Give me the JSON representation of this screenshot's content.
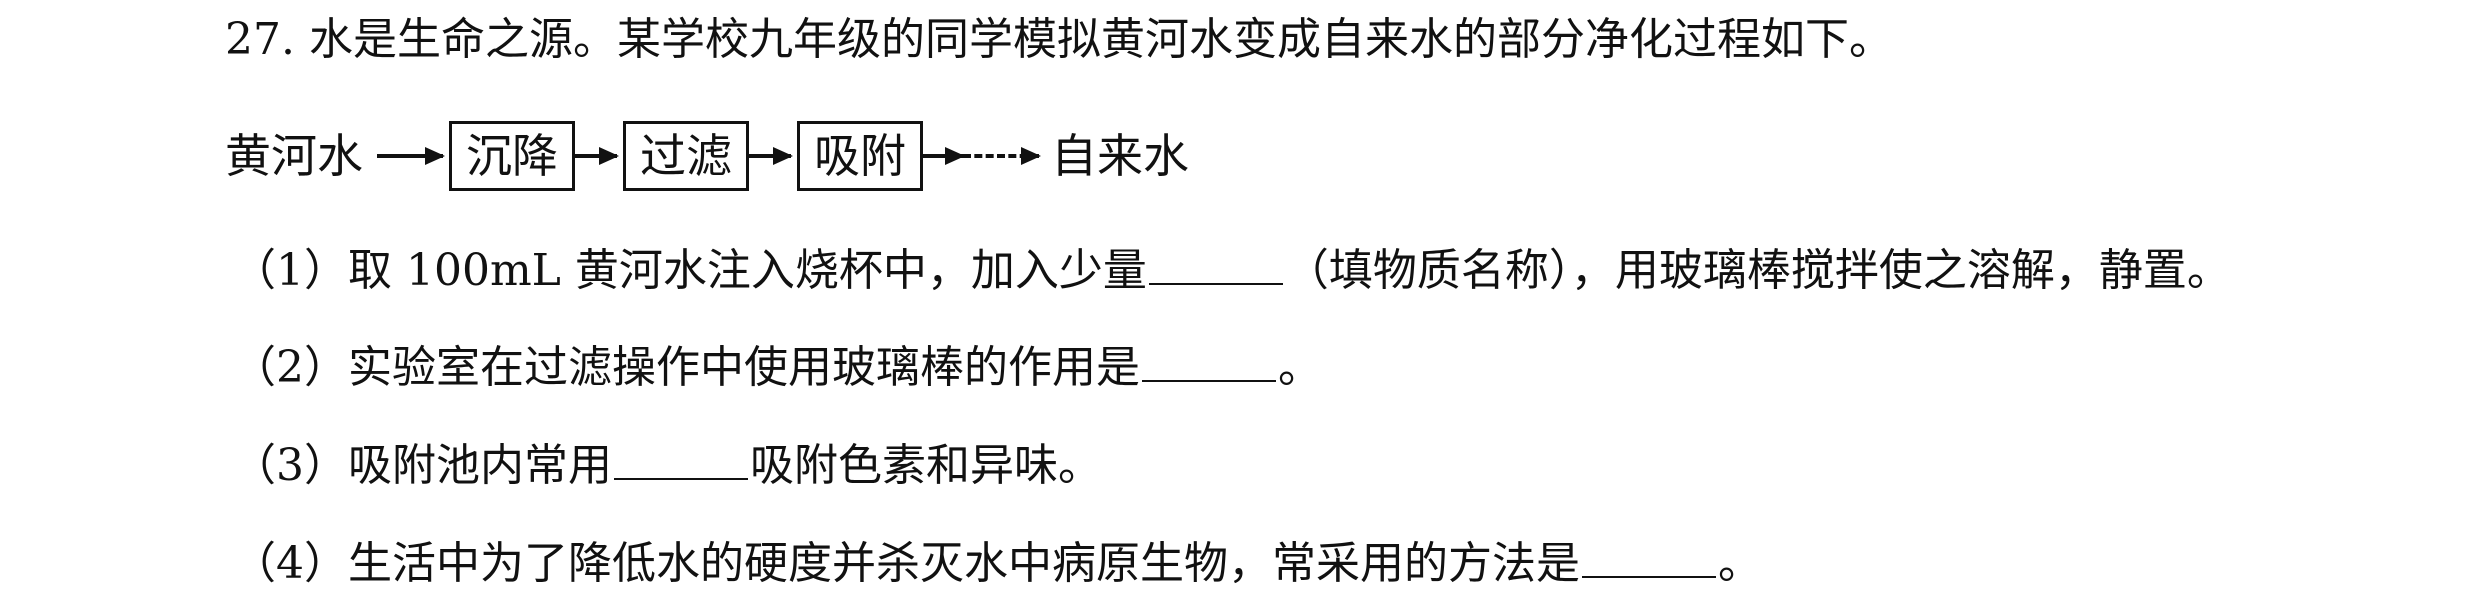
{
  "question": {
    "title": "27. 水是生命之源。某学校九年级的同学模拟黄河水变成自来水的部分净化过程如下。",
    "flow": {
      "start": "黄河水",
      "steps": [
        "沉降",
        "过滤",
        "吸附"
      ],
      "end": "自来水"
    },
    "parts": [
      {
        "before": "（1）取 100mL 黄河水注入烧杯中，加入少量",
        "after": "（填物质名称），用玻璃棒搅拌使之溶解，静置。"
      },
      {
        "before": "（2）实验室在过滤操作中使用玻璃棒的作用是",
        "after": "。"
      },
      {
        "before": "（3）吸附池内常用",
        "after": "吸附色素和异味。"
      },
      {
        "before": "（4）生活中为了降低水的硬度并杀灭水中病原生物，常采用的方法是",
        "after": "。"
      }
    ]
  }
}
